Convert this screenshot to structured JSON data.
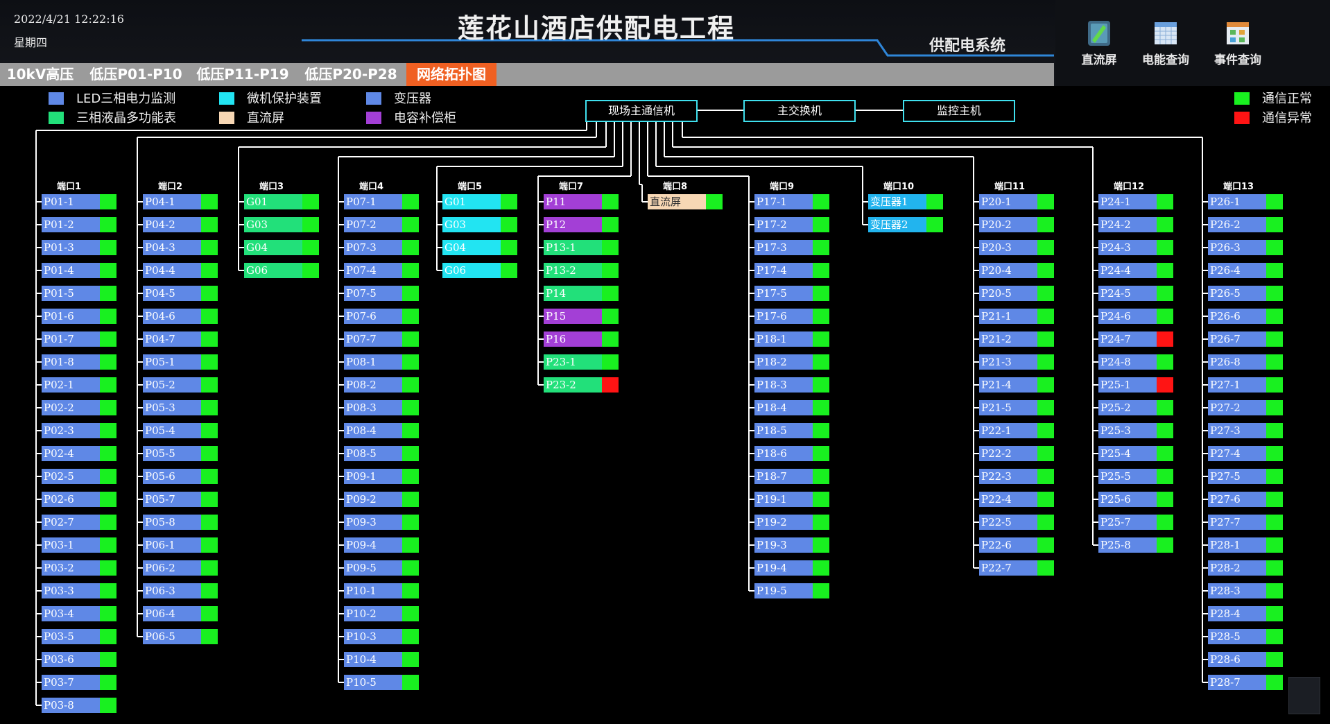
{
  "header": {
    "datetime": "2022/4/21 12:22:16",
    "weekday": "星期四",
    "title": "莲花山酒店供配电工程",
    "subtitle": "供配电系统"
  },
  "tabs": [
    {
      "label": "10kV高压",
      "active": false
    },
    {
      "label": "低压P01-P10",
      "active": false
    },
    {
      "label": "低压P11-P19",
      "active": false
    },
    {
      "label": "低压P20-P28",
      "active": false
    },
    {
      "label": "网络拓扑图",
      "active": true
    }
  ],
  "toolbar": [
    {
      "label": "直流屏",
      "icon": "dc-screen-icon"
    },
    {
      "label": "电能查询",
      "icon": "energy-query-icon"
    },
    {
      "label": "事件查询",
      "icon": "event-query-icon"
    }
  ],
  "legend": [
    {
      "label": "LED三相电力监测",
      "color": "#5f88e6"
    },
    {
      "label": "三相液晶多功能表",
      "color": "#22e07a"
    },
    {
      "label": "微机保护装置",
      "color": "#22e4f2"
    },
    {
      "label": "直流屏",
      "color": "#f7d7b4"
    },
    {
      "label": "变压器",
      "color": "#5f88e6"
    },
    {
      "label": "电容补偿柜",
      "color": "#a33fd6"
    }
  ],
  "status_legend": [
    {
      "label": "通信正常",
      "color": "#19f020"
    },
    {
      "label": "通信异常",
      "color": "#ff1414"
    }
  ],
  "network": {
    "main_comm": "现场主通信机",
    "main_switch": "主交换机",
    "monitor_host": "监控主机"
  },
  "colors": {
    "led": "#5f88e6",
    "lcd": "#22e07a",
    "protect": "#22e4f2",
    "dc": "#f7d7b4",
    "transformer": "#22b4ee",
    "capacitor": "#a33fd6",
    "ok": "#19f020",
    "fault": "#ff1414"
  },
  "ports": [
    {
      "label": "端口1",
      "devices": [
        {
          "name": "P01-1",
          "type": "led",
          "status": "ok"
        },
        {
          "name": "P01-2",
          "type": "led",
          "status": "ok"
        },
        {
          "name": "P01-3",
          "type": "led",
          "status": "ok"
        },
        {
          "name": "P01-4",
          "type": "led",
          "status": "ok"
        },
        {
          "name": "P01-5",
          "type": "led",
          "status": "ok"
        },
        {
          "name": "P01-6",
          "type": "led",
          "status": "ok"
        },
        {
          "name": "P01-7",
          "type": "led",
          "status": "ok"
        },
        {
          "name": "P01-8",
          "type": "led",
          "status": "ok"
        },
        {
          "name": "P02-1",
          "type": "led",
          "status": "ok"
        },
        {
          "name": "P02-2",
          "type": "led",
          "status": "ok"
        },
        {
          "name": "P02-3",
          "type": "led",
          "status": "ok"
        },
        {
          "name": "P02-4",
          "type": "led",
          "status": "ok"
        },
        {
          "name": "P02-5",
          "type": "led",
          "status": "ok"
        },
        {
          "name": "P02-6",
          "type": "led",
          "status": "ok"
        },
        {
          "name": "P02-7",
          "type": "led",
          "status": "ok"
        },
        {
          "name": "P03-1",
          "type": "led",
          "status": "ok"
        },
        {
          "name": "P03-2",
          "type": "led",
          "status": "ok"
        },
        {
          "name": "P03-3",
          "type": "led",
          "status": "ok"
        },
        {
          "name": "P03-4",
          "type": "led",
          "status": "ok"
        },
        {
          "name": "P03-5",
          "type": "led",
          "status": "ok"
        },
        {
          "name": "P03-6",
          "type": "led",
          "status": "ok"
        },
        {
          "name": "P03-7",
          "type": "led",
          "status": "ok"
        },
        {
          "name": "P03-8",
          "type": "led",
          "status": "ok"
        }
      ]
    },
    {
      "label": "端口2",
      "devices": [
        {
          "name": "P04-1",
          "type": "led",
          "status": "ok"
        },
        {
          "name": "P04-2",
          "type": "led",
          "status": "ok"
        },
        {
          "name": "P04-3",
          "type": "led",
          "status": "ok"
        },
        {
          "name": "P04-4",
          "type": "led",
          "status": "ok"
        },
        {
          "name": "P04-5",
          "type": "led",
          "status": "ok"
        },
        {
          "name": "P04-6",
          "type": "led",
          "status": "ok"
        },
        {
          "name": "P04-7",
          "type": "led",
          "status": "ok"
        },
        {
          "name": "P05-1",
          "type": "led",
          "status": "ok"
        },
        {
          "name": "P05-2",
          "type": "led",
          "status": "ok"
        },
        {
          "name": "P05-3",
          "type": "led",
          "status": "ok"
        },
        {
          "name": "P05-4",
          "type": "led",
          "status": "ok"
        },
        {
          "name": "P05-5",
          "type": "led",
          "status": "ok"
        },
        {
          "name": "P05-6",
          "type": "led",
          "status": "ok"
        },
        {
          "name": "P05-7",
          "type": "led",
          "status": "ok"
        },
        {
          "name": "P05-8",
          "type": "led",
          "status": "ok"
        },
        {
          "name": "P06-1",
          "type": "led",
          "status": "ok"
        },
        {
          "name": "P06-2",
          "type": "led",
          "status": "ok"
        },
        {
          "name": "P06-3",
          "type": "led",
          "status": "ok"
        },
        {
          "name": "P06-4",
          "type": "led",
          "status": "ok"
        },
        {
          "name": "P06-5",
          "type": "led",
          "status": "ok"
        }
      ]
    },
    {
      "label": "端口3",
      "devices": [
        {
          "name": "G01",
          "type": "lcd",
          "status": "ok"
        },
        {
          "name": "G03",
          "type": "lcd",
          "status": "ok"
        },
        {
          "name": "G04",
          "type": "lcd",
          "status": "ok"
        },
        {
          "name": "G06",
          "type": "lcd",
          "status": "ok"
        }
      ]
    },
    {
      "label": "端口4",
      "devices": [
        {
          "name": "P07-1",
          "type": "led",
          "status": "ok"
        },
        {
          "name": "P07-2",
          "type": "led",
          "status": "ok"
        },
        {
          "name": "P07-3",
          "type": "led",
          "status": "ok"
        },
        {
          "name": "P07-4",
          "type": "led",
          "status": "ok"
        },
        {
          "name": "P07-5",
          "type": "led",
          "status": "ok"
        },
        {
          "name": "P07-6",
          "type": "led",
          "status": "ok"
        },
        {
          "name": "P07-7",
          "type": "led",
          "status": "ok"
        },
        {
          "name": "P08-1",
          "type": "led",
          "status": "ok"
        },
        {
          "name": "P08-2",
          "type": "led",
          "status": "ok"
        },
        {
          "name": "P08-3",
          "type": "led",
          "status": "ok"
        },
        {
          "name": "P08-4",
          "type": "led",
          "status": "ok"
        },
        {
          "name": "P08-5",
          "type": "led",
          "status": "ok"
        },
        {
          "name": "P09-1",
          "type": "led",
          "status": "ok"
        },
        {
          "name": "P09-2",
          "type": "led",
          "status": "ok"
        },
        {
          "name": "P09-3",
          "type": "led",
          "status": "ok"
        },
        {
          "name": "P09-4",
          "type": "led",
          "status": "ok"
        },
        {
          "name": "P09-5",
          "type": "led",
          "status": "ok"
        },
        {
          "name": "P10-1",
          "type": "led",
          "status": "ok"
        },
        {
          "name": "P10-2",
          "type": "led",
          "status": "ok"
        },
        {
          "name": "P10-3",
          "type": "led",
          "status": "ok"
        },
        {
          "name": "P10-4",
          "type": "led",
          "status": "ok"
        },
        {
          "name": "P10-5",
          "type": "led",
          "status": "ok"
        }
      ]
    },
    {
      "label": "端口5",
      "devices": [
        {
          "name": "G01",
          "type": "protect",
          "status": "ok"
        },
        {
          "name": "G03",
          "type": "protect",
          "status": "ok"
        },
        {
          "name": "G04",
          "type": "protect",
          "status": "ok"
        },
        {
          "name": "G06",
          "type": "protect",
          "status": "ok"
        }
      ]
    },
    {
      "label": "端口7",
      "devices": [
        {
          "name": "P11",
          "type": "capacitor",
          "status": "ok"
        },
        {
          "name": "P12",
          "type": "capacitor",
          "status": "ok"
        },
        {
          "name": "P13-1",
          "type": "lcd",
          "status": "ok"
        },
        {
          "name": "P13-2",
          "type": "lcd",
          "status": "ok"
        },
        {
          "name": "P14",
          "type": "lcd",
          "status": "ok"
        },
        {
          "name": "P15",
          "type": "capacitor",
          "status": "ok"
        },
        {
          "name": "P16",
          "type": "capacitor",
          "status": "ok"
        },
        {
          "name": "P23-1",
          "type": "lcd",
          "status": "ok"
        },
        {
          "name": "P23-2",
          "type": "lcd",
          "status": "fault"
        }
      ]
    },
    {
      "label": "端口8",
      "devices": [
        {
          "name": "直流屏",
          "type": "dc",
          "status": "ok"
        }
      ]
    },
    {
      "label": "端口9",
      "devices": [
        {
          "name": "P17-1",
          "type": "led",
          "status": "ok"
        },
        {
          "name": "P17-2",
          "type": "led",
          "status": "ok"
        },
        {
          "name": "P17-3",
          "type": "led",
          "status": "ok"
        },
        {
          "name": "P17-4",
          "type": "led",
          "status": "ok"
        },
        {
          "name": "P17-5",
          "type": "led",
          "status": "ok"
        },
        {
          "name": "P17-6",
          "type": "led",
          "status": "ok"
        },
        {
          "name": "P18-1",
          "type": "led",
          "status": "ok"
        },
        {
          "name": "P18-2",
          "type": "led",
          "status": "ok"
        },
        {
          "name": "P18-3",
          "type": "led",
          "status": "ok"
        },
        {
          "name": "P18-4",
          "type": "led",
          "status": "ok"
        },
        {
          "name": "P18-5",
          "type": "led",
          "status": "ok"
        },
        {
          "name": "P18-6",
          "type": "led",
          "status": "ok"
        },
        {
          "name": "P18-7",
          "type": "led",
          "status": "ok"
        },
        {
          "name": "P19-1",
          "type": "led",
          "status": "ok"
        },
        {
          "name": "P19-2",
          "type": "led",
          "status": "ok"
        },
        {
          "name": "P19-3",
          "type": "led",
          "status": "ok"
        },
        {
          "name": "P19-4",
          "type": "led",
          "status": "ok"
        },
        {
          "name": "P19-5",
          "type": "led",
          "status": "ok"
        }
      ]
    },
    {
      "label": "端口10",
      "devices": [
        {
          "name": "变压器1",
          "type": "transformer",
          "status": "ok"
        },
        {
          "name": "变压器2",
          "type": "transformer",
          "status": "ok"
        }
      ]
    },
    {
      "label": "端口11",
      "devices": [
        {
          "name": "P20-1",
          "type": "led",
          "status": "ok"
        },
        {
          "name": "P20-2",
          "type": "led",
          "status": "ok"
        },
        {
          "name": "P20-3",
          "type": "led",
          "status": "ok"
        },
        {
          "name": "P20-4",
          "type": "led",
          "status": "ok"
        },
        {
          "name": "P20-5",
          "type": "led",
          "status": "ok"
        },
        {
          "name": "P21-1",
          "type": "led",
          "status": "ok"
        },
        {
          "name": "P21-2",
          "type": "led",
          "status": "ok"
        },
        {
          "name": "P21-3",
          "type": "led",
          "status": "ok"
        },
        {
          "name": "P21-4",
          "type": "led",
          "status": "ok"
        },
        {
          "name": "P21-5",
          "type": "led",
          "status": "ok"
        },
        {
          "name": "P22-1",
          "type": "led",
          "status": "ok"
        },
        {
          "name": "P22-2",
          "type": "led",
          "status": "ok"
        },
        {
          "name": "P22-3",
          "type": "led",
          "status": "ok"
        },
        {
          "name": "P22-4",
          "type": "led",
          "status": "ok"
        },
        {
          "name": "P22-5",
          "type": "led",
          "status": "ok"
        },
        {
          "name": "P22-6",
          "type": "led",
          "status": "ok"
        },
        {
          "name": "P22-7",
          "type": "led",
          "status": "ok"
        }
      ]
    },
    {
      "label": "端口12",
      "devices": [
        {
          "name": "P24-1",
          "type": "led",
          "status": "ok"
        },
        {
          "name": "P24-2",
          "type": "led",
          "status": "ok"
        },
        {
          "name": "P24-3",
          "type": "led",
          "status": "ok"
        },
        {
          "name": "P24-4",
          "type": "led",
          "status": "ok"
        },
        {
          "name": "P24-5",
          "type": "led",
          "status": "ok"
        },
        {
          "name": "P24-6",
          "type": "led",
          "status": "ok"
        },
        {
          "name": "P24-7",
          "type": "led",
          "status": "fault"
        },
        {
          "name": "P24-8",
          "type": "led",
          "status": "ok"
        },
        {
          "name": "P25-1",
          "type": "led",
          "status": "fault"
        },
        {
          "name": "P25-2",
          "type": "led",
          "status": "ok"
        },
        {
          "name": "P25-3",
          "type": "led",
          "status": "ok"
        },
        {
          "name": "P25-4",
          "type": "led",
          "status": "ok"
        },
        {
          "name": "P25-5",
          "type": "led",
          "status": "ok"
        },
        {
          "name": "P25-6",
          "type": "led",
          "status": "ok"
        },
        {
          "name": "P25-7",
          "type": "led",
          "status": "ok"
        },
        {
          "name": "P25-8",
          "type": "led",
          "status": "ok"
        }
      ]
    },
    {
      "label": "端口13",
      "devices": [
        {
          "name": "P26-1",
          "type": "led",
          "status": "ok"
        },
        {
          "name": "P26-2",
          "type": "led",
          "status": "ok"
        },
        {
          "name": "P26-3",
          "type": "led",
          "status": "ok"
        },
        {
          "name": "P26-4",
          "type": "led",
          "status": "ok"
        },
        {
          "name": "P26-5",
          "type": "led",
          "status": "ok"
        },
        {
          "name": "P26-6",
          "type": "led",
          "status": "ok"
        },
        {
          "name": "P26-7",
          "type": "led",
          "status": "ok"
        },
        {
          "name": "P26-8",
          "type": "led",
          "status": "ok"
        },
        {
          "name": "P27-1",
          "type": "led",
          "status": "ok"
        },
        {
          "name": "P27-2",
          "type": "led",
          "status": "ok"
        },
        {
          "name": "P27-3",
          "type": "led",
          "status": "ok"
        },
        {
          "name": "P27-4",
          "type": "led",
          "status": "ok"
        },
        {
          "name": "P27-5",
          "type": "led",
          "status": "ok"
        },
        {
          "name": "P27-6",
          "type": "led",
          "status": "ok"
        },
        {
          "name": "P27-7",
          "type": "led",
          "status": "ok"
        },
        {
          "name": "P28-1",
          "type": "led",
          "status": "ok"
        },
        {
          "name": "P28-2",
          "type": "led",
          "status": "ok"
        },
        {
          "name": "P28-3",
          "type": "led",
          "status": "ok"
        },
        {
          "name": "P28-4",
          "type": "led",
          "status": "ok"
        },
        {
          "name": "P28-5",
          "type": "led",
          "status": "ok"
        },
        {
          "name": "P28-6",
          "type": "led",
          "status": "ok"
        },
        {
          "name": "P28-7",
          "type": "led",
          "status": "ok"
        }
      ]
    }
  ]
}
